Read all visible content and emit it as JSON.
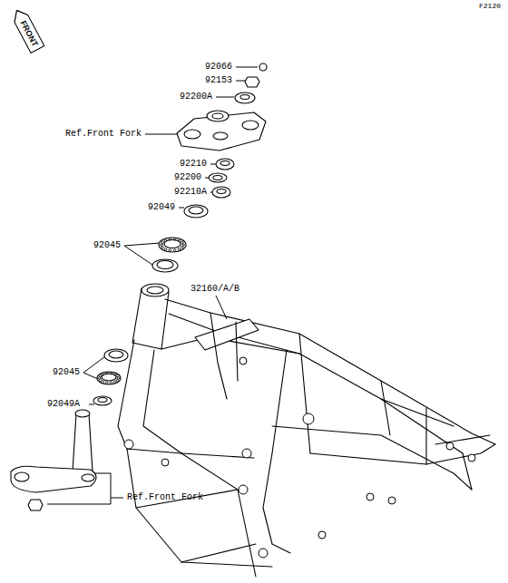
{
  "diagram": {
    "nodes": [
      {
        "text": [
          "FRONT"
        ]
      }
    ],
    "labels": [
      "F2120",
      "92066",
      "92153",
      "92200A",
      "Ref.Front Fork",
      "92210",
      "92200",
      "92210A",
      "92049",
      "92045",
      "32160/A/B",
      "92045",
      "92049A",
      "Ref.Front Fork"
    ]
  }
}
